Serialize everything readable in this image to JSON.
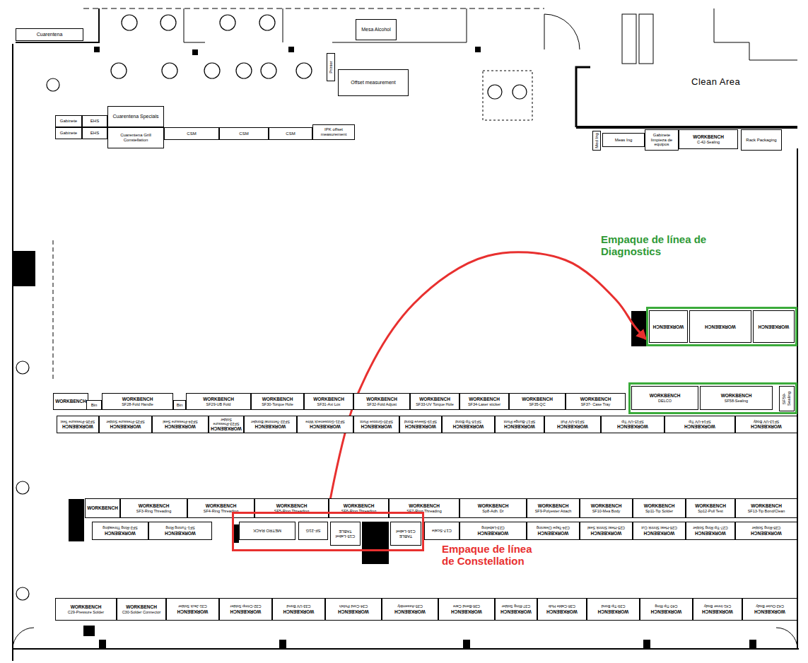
{
  "diagram": {
    "nodes": [
      {
        "text": [
          "Cuarentena"
        ]
      },
      {
        "text": [
          "Mesa Alcohol"
        ]
      },
      {
        "text": [
          "Offset measurement"
        ]
      },
      {
        "text": [
          "Printer"
        ]
      },
      {
        "text": [
          "Gabinete"
        ]
      },
      {
        "text": [
          "EHS"
        ]
      },
      {
        "text": [
          "Cuarentena Specials"
        ]
      },
      {
        "text": [
          "Gabinete"
        ]
      },
      {
        "text": [
          "EHS"
        ]
      },
      {
        "text": [
          "Cuarentena Grill Constellation"
        ]
      },
      {
        "text": [
          "CSM"
        ]
      },
      {
        "text": [
          "CSM"
        ]
      },
      {
        "text": [
          "CSM"
        ]
      },
      {
        "text": [
          "IPK offset measurement"
        ]
      },
      {
        "text": [
          "Med Ing"
        ]
      },
      {
        "text": [
          "Meas Ing"
        ]
      },
      {
        "text": [
          "Gabinete limpieza de equipos"
        ]
      },
      {
        "text": [
          "WORKBENCH",
          "C-42-Sealing"
        ]
      },
      {
        "text": [
          "Rack Packaging"
        ]
      },
      {
        "text": [
          "Empaque de línea de Diagnostics"
        ]
      },
      {
        "text": [
          "WORKBENCH"
        ],
        "in": 19
      },
      {
        "text": [
          "WORKBENCH"
        ],
        "in": 19
      },
      {
        "text": [
          "WORKBENCH"
        ],
        "in": 19
      },
      {
        "text": []
      },
      {
        "text": [
          "WORKBENCH",
          "DELCO"
        ],
        "in": 23
      },
      {
        "text": [
          "WORKBENCH",
          "SF58-Sealing"
        ],
        "in": 23
      },
      {
        "text": [
          "SF59-Sealing"
        ],
        "in": 23
      },
      {
        "text": [
          "WORKBENCH"
        ]
      },
      {
        "text": [
          "Bin"
        ]
      },
      {
        "text": [
          "WORKBENCH",
          "SF28-Fold Handle"
        ]
      },
      {
        "text": [
          "Bin"
        ]
      },
      {
        "text": [
          "WORKBENCH",
          "SF29-UB Fold"
        ]
      },
      {
        "text": [
          "WORKBENCH",
          "SF30-Torque Hole"
        ]
      },
      {
        "text": [
          "WORKBENCH",
          "SF31-Axi Lox"
        ]
      },
      {
        "text": [
          "WORKBENCH",
          "SF32-Fold Adjust"
        ]
      },
      {
        "text": [
          "WORKBENCH",
          "SF33-UV Torque Hole"
        ]
      },
      {
        "text": [
          "WORKBENCH",
          "SF34-Laser sticker"
        ]
      },
      {
        "text": [
          "WORKBENCH",
          "SF35-QC"
        ]
      },
      {
        "text": [
          "WORKBENCH",
          "SF37- Case Tray"
        ]
      },
      {
        "text": [
          "WORKBENCH",
          "SF26-Pressure Test"
        ]
      },
      {
        "text": [
          "WORKBENCH",
          "SF25-Pressure Solder"
        ]
      },
      {
        "text": [
          "WORKBENCH",
          "SF24-Pressure Seal"
        ]
      },
      {
        "text": [
          "WORKBENCH",
          "SF23-Pressure Solder"
        ]
      },
      {
        "text": [
          "WORKBENCH",
          "SF22-Terminal Bonder"
        ]
      },
      {
        "text": [
          "WORKBENCH",
          "SF21-Gooseneck Wire"
        ]
      },
      {
        "text": [
          "WORKBENCH",
          "SF20-Groove Pivot"
        ]
      },
      {
        "text": [
          "WORKBENCH",
          "SF19-Sleeve Bond"
        ]
      },
      {
        "text": [
          "WORKBENCH",
          "SF18-Tip Bond"
        ]
      },
      {
        "text": [
          "WORKBENCH",
          "SF17-Bunge Pivot"
        ]
      },
      {
        "text": [
          "WORKBENCH",
          "SF16-UV Pull"
        ]
      },
      {
        "text": [
          "WORKBENCH",
          "SF15-UV Tip"
        ]
      },
      {
        "text": [
          "WORKBENCH",
          "SF14-UV Tip"
        ]
      },
      {
        "text": [
          "WORKBENCH",
          "SF13-UV Body"
        ]
      },
      {
        "text": [
          "WORKBENCH"
        ]
      },
      {
        "text": [
          "WORKBENCH",
          "SF3-Ring Threading"
        ]
      },
      {
        "text": [
          "WORKBENCH",
          "SF4-Ring Threading"
        ]
      },
      {
        "text": [
          "WORKBENCH",
          "SF5-Ring Threading"
        ]
      },
      {
        "text": [
          "WORKBENCH",
          "SF6-Ring Threading"
        ]
      },
      {
        "text": [
          "WORKBENCH",
          "SF7-Ring Threading"
        ]
      },
      {
        "text": [
          "WORKBENCH",
          "Sp8-Adh. Dr"
        ]
      },
      {
        "text": [
          "WORKBENCH",
          "SF9-Polyester Attach"
        ]
      },
      {
        "text": [
          "WORKBENCH",
          "SF10-Mea Body"
        ]
      },
      {
        "text": [
          "WORKBENCH",
          "Sp11-Tip Solder"
        ]
      },
      {
        "text": [
          "WORKBENCH",
          "Sp12-Pull Test"
        ]
      },
      {
        "text": [
          "WORKBENCH",
          "SF13-Tip Bond/Clean"
        ]
      },
      {
        "text": [
          "WORKBENCH",
          "SF2-Ring Threading"
        ]
      },
      {
        "text": [
          "WORKBENCH",
          "SF1-Tuning Ring"
        ]
      },
      {
        "text": [
          "Empaque de línea de Constellation"
        ]
      },
      {
        "text": [
          "METRO RACK"
        ],
        "in": 67
      },
      {
        "text": [
          "SF-21G"
        ],
        "in": 67
      },
      {
        "text": [
          "C15-Label",
          "TABLE"
        ],
        "in": 67
      },
      {
        "text": [
          "TABLE",
          "C16-Label"
        ],
        "in": 67
      },
      {
        "text": [
          "C17-Scale"
        ]
      },
      {
        "text": [
          "WORKBENCH",
          "C23-Labeling"
        ]
      },
      {
        "text": [
          "WORKBENCH",
          "C24-Tape Cleaning"
        ]
      },
      {
        "text": [
          "WORKBENCH",
          "C25-Heat Shrink Seal"
        ]
      },
      {
        "text": [
          "WORKBENCH",
          "C26-Heat Shrink Cut"
        ]
      },
      {
        "text": [
          "WORKBENCH",
          "C27-Tip Ring Solder"
        ]
      },
      {
        "text": [
          "WORKBENCH",
          "C28-Ring Solder"
        ]
      },
      {
        "text": [
          "WORKBENCH",
          "C29-Pressure Solder"
        ]
      },
      {
        "text": [
          "WORKBENCH",
          "C30-Solder Connector"
        ]
      },
      {
        "text": [
          "WORKBENCH",
          "C31-Jack Solder"
        ]
      },
      {
        "text": [
          "WORKBENCH",
          "C32-Crimp Solder"
        ]
      },
      {
        "text": [
          "WORKBENCH",
          "C33-UV Bond"
        ]
      },
      {
        "text": [
          "WORKBENCH",
          "C34-Cord Polish"
        ]
      },
      {
        "text": [
          "WORKBENCH",
          "C35-Assembly"
        ]
      },
      {
        "text": [
          "WORKBENCH",
          "C36-Bend Care"
        ]
      },
      {
        "text": [
          "WORKBENCH",
          "C37-Ring Solder"
        ]
      },
      {
        "text": [
          "WORKBENCH",
          "C38-Cable Hub"
        ]
      },
      {
        "text": [
          "WORKBENCH",
          "C39-Tip Bond"
        ]
      },
      {
        "text": [
          "WORKBENCH",
          "C40-Tip Ring"
        ]
      },
      {
        "text": [
          "WORKBENCH",
          "C41-Inner Body"
        ]
      },
      {
        "text": [
          "WORKBENCH",
          "C42-Outer Body"
        ]
      }
    ],
    "edges": [
      {
        "from": 67,
        "to": 19,
        "arrow": "to"
      }
    ],
    "labels": [
      "Clean Area"
    ]
  }
}
